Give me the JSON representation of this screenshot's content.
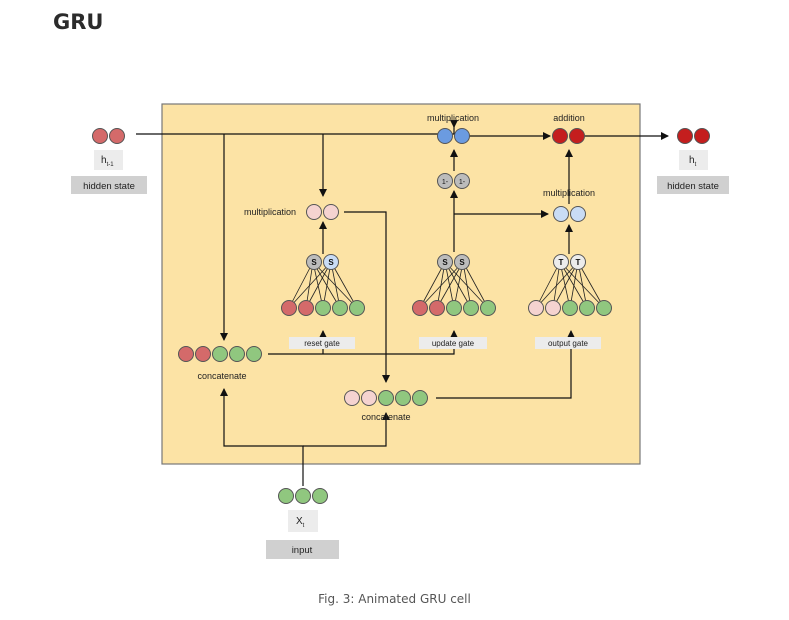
{
  "page": {
    "title": "GRU",
    "caption": "Fig. 3: Animated GRU cell"
  },
  "colors": {
    "cell_fill": "#fce3a5",
    "cell_stroke": "#777777",
    "red": "#d46a6a",
    "dark_red": "#c41e1e",
    "green": "#90c77f",
    "pink": "#f5d3d0",
    "blue": "#6b9be0",
    "light_blue": "#c9dcf5",
    "gray": "#bcbcbc",
    "label_bg": "#d0d0d0"
  },
  "nodes": {
    "h_prev": {
      "label": "h",
      "sub": "t-1",
      "caption": "hidden state"
    },
    "h_next": {
      "label": "h",
      "sub": "t",
      "caption": "hidden state"
    },
    "x_input": {
      "label": "X",
      "sub": "t",
      "caption": "input"
    },
    "ops": {
      "top_mult": "multiplication",
      "addition": "addition",
      "right_mult": "multiplication",
      "left_mult": "multiplication",
      "concat_left": "concatenate",
      "concat_mid": "concatenate"
    },
    "gates": {
      "reset": "reset gate",
      "update": "update gate",
      "output": "output gate"
    },
    "activations": {
      "sigmoid": "S",
      "tanh": "T",
      "one_minus": "1-"
    }
  }
}
